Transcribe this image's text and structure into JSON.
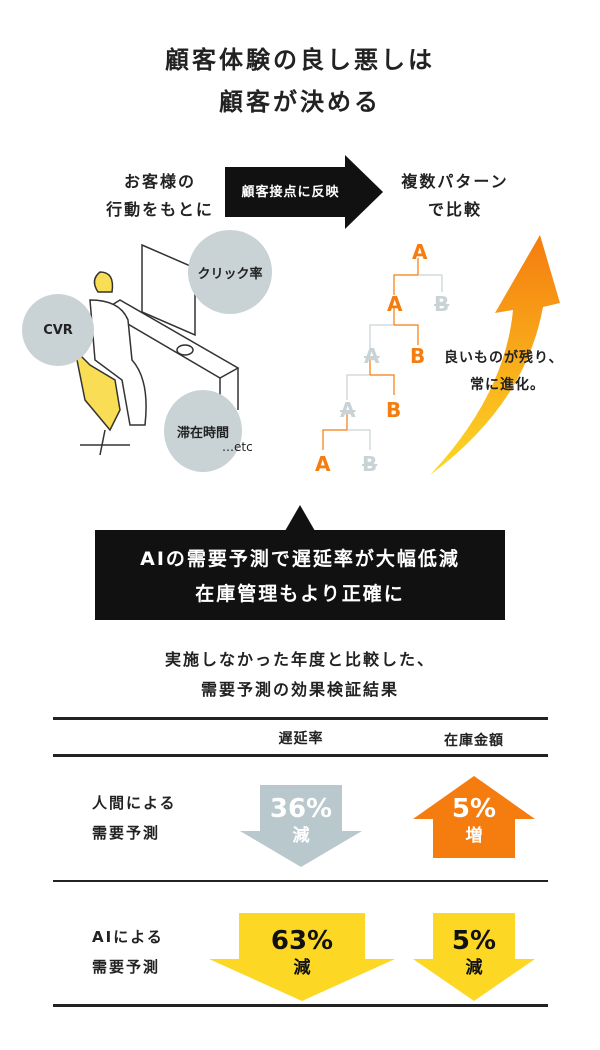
{
  "title": {
    "line1": "顧客体験の良し悪しは",
    "line2": "顧客が決める"
  },
  "flow": {
    "left_line1": "お客様の",
    "left_line2": "行動をもとに",
    "arrow_label": "顧客接点に反映",
    "right_line1": "複数パターン",
    "right_line2": "で比較"
  },
  "metrics": {
    "cvr": "CVR",
    "click": "クリック率",
    "stay": "滞在時間",
    "etc": "…etc"
  },
  "tree": {
    "a": "A",
    "b": "B"
  },
  "evolution": {
    "line1": "良いものが残り、",
    "line2": "常に進化。"
  },
  "callout": {
    "line1": "AIの需要予測で遅延率が大幅低減",
    "line2": "在庫管理もより正確に"
  },
  "caption": {
    "line1": "実施しなかった年度と比較した、",
    "line2": "需要予測の効果検証結果"
  },
  "table": {
    "headers": [
      "遅延率",
      "在庫金額"
    ],
    "rows": [
      {
        "label1": "人間による",
        "label2": "需要予測",
        "cells": [
          {
            "value": "36%",
            "change": "減",
            "direction": "down",
            "color": "#b9c8cc"
          },
          {
            "value": "5%",
            "change": "増",
            "direction": "up",
            "color": "#f57c0f"
          }
        ]
      },
      {
        "label1": "AIによる",
        "label2": "需要予測",
        "cells": [
          {
            "value": "63%",
            "change": "減",
            "direction": "down",
            "color": "#fcd825"
          },
          {
            "value": "5%",
            "change": "減",
            "direction": "down",
            "color": "#fcd825"
          }
        ]
      }
    ]
  },
  "colors": {
    "orange": "#f57c0f",
    "gray": "#c9d3d6",
    "yellow": "#fcd825",
    "black": "#111111"
  }
}
